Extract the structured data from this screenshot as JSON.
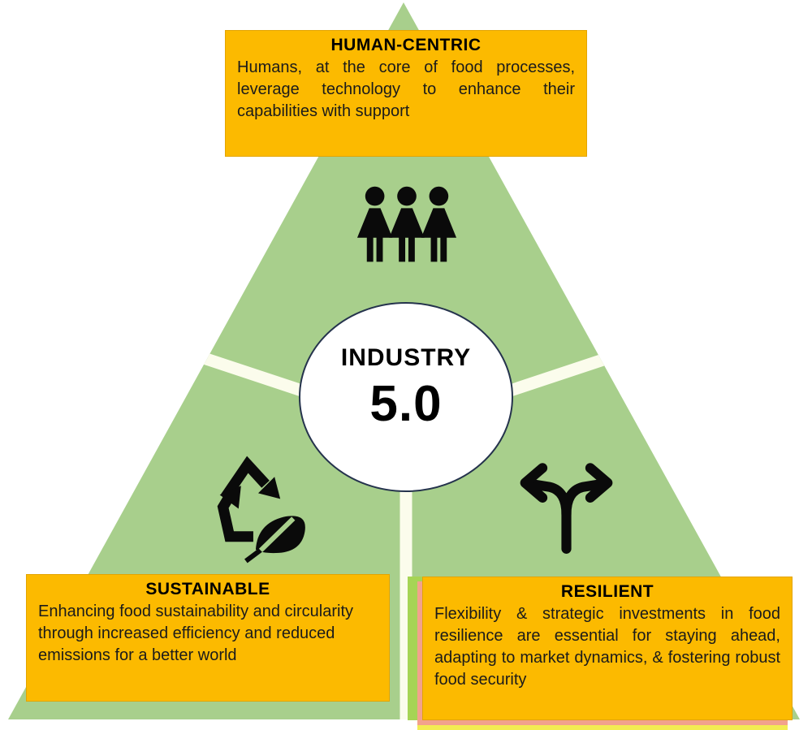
{
  "diagram": {
    "type": "triangle-infographic",
    "circle": {
      "line1": "INDUSTRY",
      "line2": "5.0"
    },
    "sections": {
      "top": {
        "title": "HUMAN-CENTRIC",
        "body": "Humans, at the core of food processes, leverage technology to enhance their capabilities with support",
        "icon": "people-group-icon"
      },
      "left": {
        "title": "SUSTAINABLE",
        "body": "Enhancing food sustainability and circularity through increased efficiency and reduced emissions for a better world",
        "icon": "recycle-leaf-icon"
      },
      "right": {
        "title": "RESILIENT",
        "body": "Flexibility & strategic investments in food resilience are essential for staying ahead, adapting to market dynamics, & fostering robust food security",
        "icon": "branching-arrows-icon"
      }
    },
    "colors": {
      "background": "#ffffff",
      "green": "#a8cf8c",
      "divider": "#fbfcec",
      "box_orange": "#fcba00",
      "box_border": "#e3a400",
      "shadow_pink": "#f2a28c",
      "shadow_lime": "#a6d455",
      "shadow_yellow": "#f3ec52",
      "circle_border": "#25334d",
      "icon_black": "#0a0a0a",
      "text": "#1b1b1b"
    }
  }
}
